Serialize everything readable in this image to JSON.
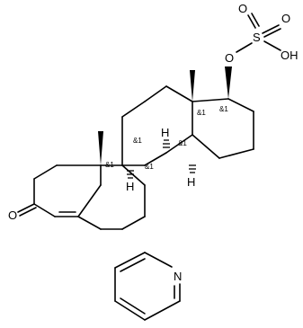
{
  "structure": {
    "atoms": {
      "oxygen_ketone": "O",
      "oxygen_ether": "O",
      "sulfur": "S",
      "oxygen_top": "O",
      "oxygen_right": "O",
      "hydroxyl": "OH",
      "h_c8": "H",
      "h_c9": "H",
      "h_c14": "H",
      "nitrogen": "N"
    },
    "stereo_labels": {
      "c10": "&1",
      "c9": "&1",
      "c8": "&1",
      "c13": "&1",
      "c14": "&1",
      "c17": "&1"
    }
  }
}
